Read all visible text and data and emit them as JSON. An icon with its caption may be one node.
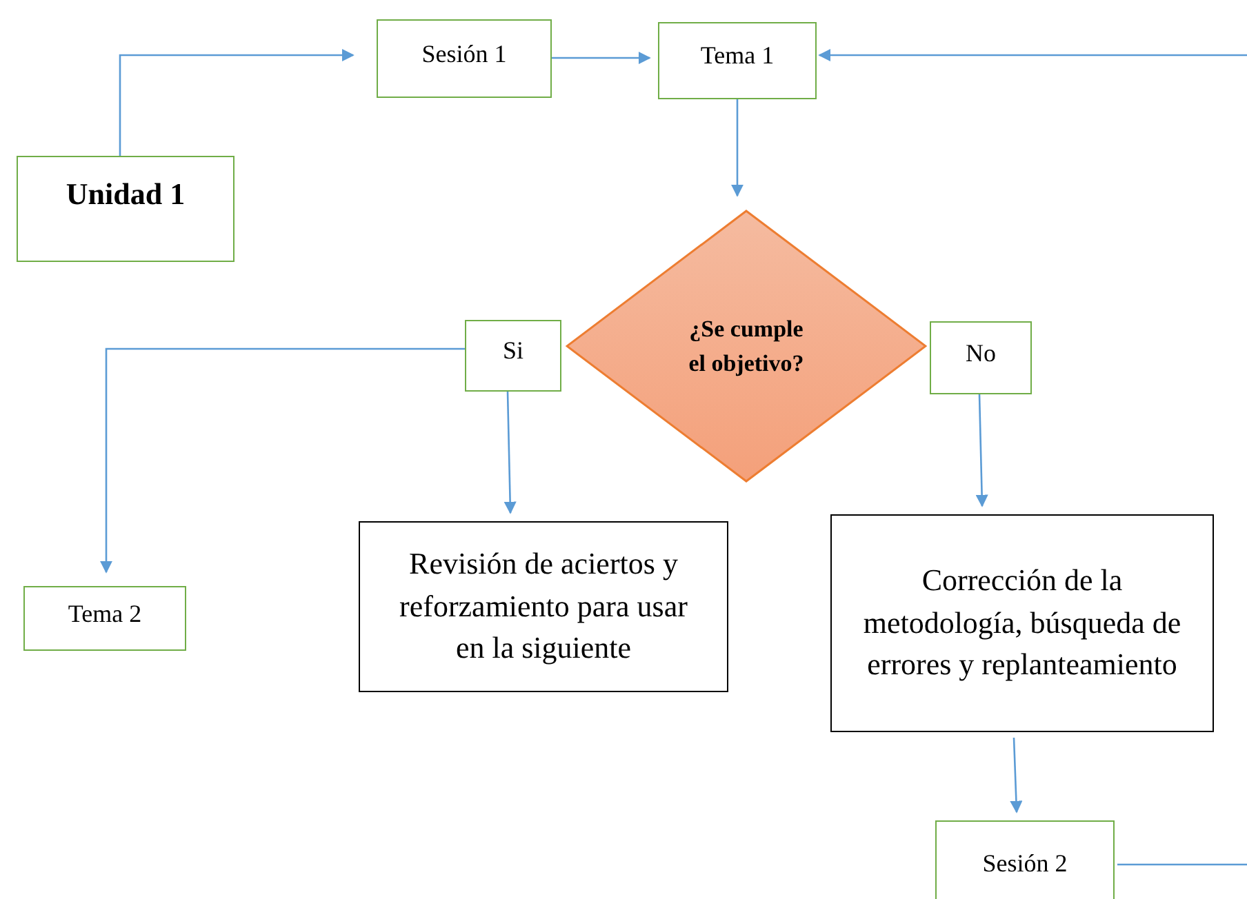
{
  "diagram": {
    "nodes": [
      {
        "text": [
          "Unidad 1"
        ]
      },
      {
        "text": [
          "Sesión 1"
        ]
      },
      {
        "text": [
          "Tema 1"
        ]
      },
      {
        "text": [
          "¿Se cumple el objetivo?"
        ]
      },
      {
        "text": [
          "Si"
        ]
      },
      {
        "text": [
          "No"
        ]
      },
      {
        "text": [
          "Tema 2"
        ]
      },
      {
        "text": [
          "Revisión de aciertos y reforzamiento para usar en la siguiente"
        ]
      },
      {
        "text": [
          "Corrección de la metodología, búsqueda de errores y replanteamiento"
        ]
      },
      {
        "text": [
          "Sesión 2"
        ]
      }
    ],
    "edges": [
      {
        "from": 0,
        "to": 1,
        "arrow": "to"
      },
      {
        "from": 1,
        "to": 2,
        "arrow": "to"
      },
      {
        "from": null,
        "to": 2,
        "arrow": "to"
      },
      {
        "from": 2,
        "to": 3,
        "arrow": "to"
      },
      {
        "from": 4,
        "to": 6,
        "arrow": "to"
      },
      {
        "from": 4,
        "to": 7,
        "arrow": "to"
      },
      {
        "from": 5,
        "to": 8,
        "arrow": "to"
      },
      {
        "from": 8,
        "to": 9,
        "arrow": "to"
      },
      {
        "from": 9,
        "to": null,
        "arrow": "none"
      }
    ]
  }
}
